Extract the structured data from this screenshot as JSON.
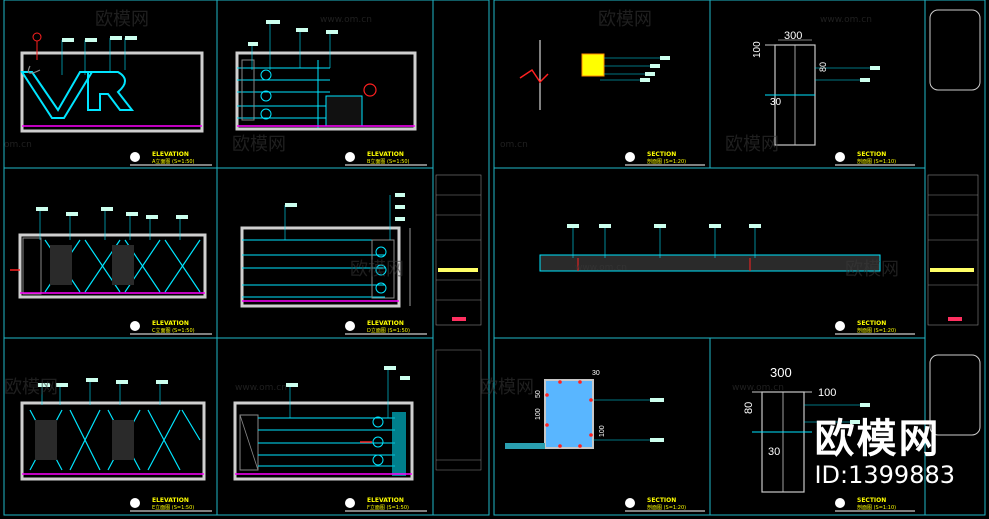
{
  "watermark": {
    "site_cn": "欧模网",
    "site_url": "www.om.cn",
    "site_url_short": "om.cn"
  },
  "brand": {
    "name_cn": "欧模网",
    "id_text": "ID:1399883"
  },
  "panels": [
    {
      "tag": "ELEVATION",
      "sub": "A立面图 (S=1:50)"
    },
    {
      "tag": "ELEVATION",
      "sub": "B立面图 (S=1:50)"
    },
    {
      "tag": "SECTION",
      "sub": "剖面图 (S=1:20)"
    },
    {
      "tag": "SECTION",
      "sub": "剖面图 (S=1:10)"
    },
    {
      "tag": "ELEVATION",
      "sub": "C立面图 (S=1:50)"
    },
    {
      "tag": "ELEVATION",
      "sub": "D立面图 (S=1:50)"
    },
    {
      "tag": "SECTION",
      "sub": "剖面图 (S=1:20)"
    },
    {
      "tag": "ELEVATION",
      "sub": "E立面图 (S=1:50)"
    },
    {
      "tag": "ELEVATION",
      "sub": "F立面图 (S=1:50)"
    },
    {
      "tag": "SECTION",
      "sub": "剖面图 (S=1:20)"
    },
    {
      "tag": "SECTION",
      "sub": "剖面图 (S=1:10)"
    }
  ],
  "dimensions": {
    "top_width": "300",
    "top_height": "100",
    "top_mid": "80",
    "top_low": "30",
    "bot_width": "300",
    "bot_h1": "80",
    "bot_h2": "100",
    "bot_low": "30",
    "box_top": "30",
    "box_left": "50",
    "box_left2": "100",
    "box_right": "100"
  },
  "colors": {
    "frame": "#1fb7c9",
    "cyan": "#00e5ff",
    "grey": "#c8c8c8",
    "yellow": "#ffff00",
    "red": "#ff2020",
    "magenta": "#ff00ff",
    "blue_fill": "#59b6ff",
    "white": "#ffffff"
  }
}
